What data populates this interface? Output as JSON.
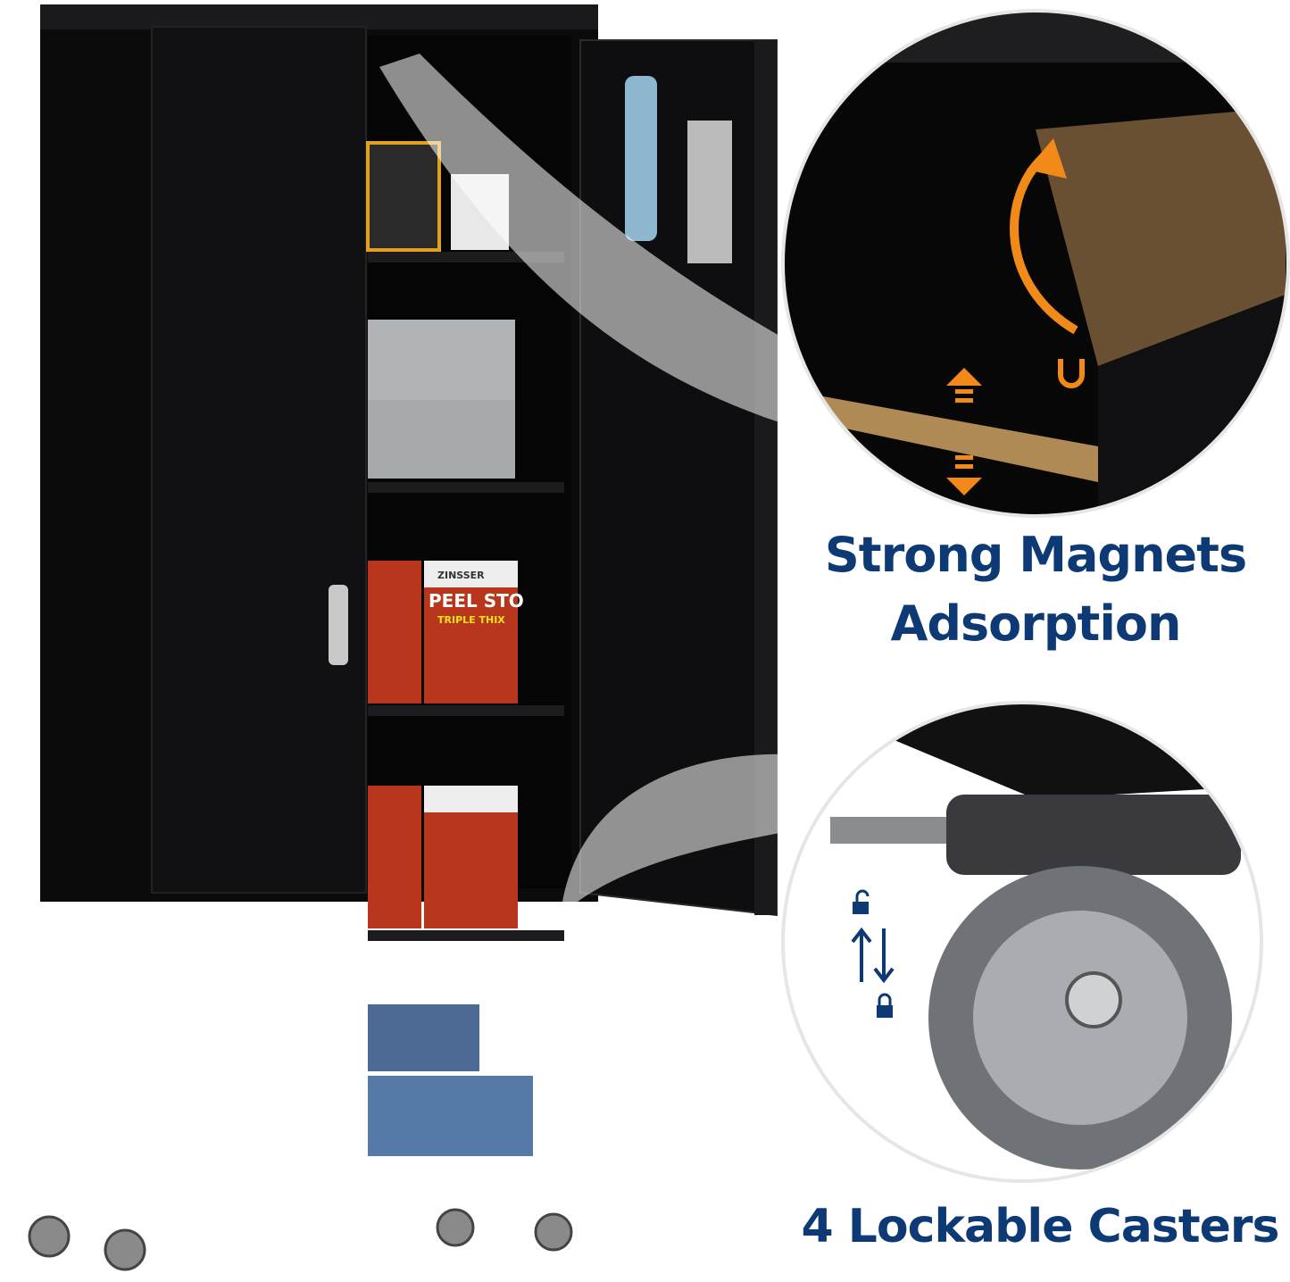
{
  "colors": {
    "caption_text": "#0d3a75",
    "cabinet": "#0b0b0c",
    "accent_arrow": "#f28a1a",
    "shelf_wood": "#b08a55"
  },
  "product_labels": {
    "brand": "ZINSSER",
    "product": "PEEL STO",
    "subline": "TRIPLE THIX"
  },
  "features": [
    {
      "title_line1": "Strong Magnets",
      "title_line2": "Adsorption",
      "icons": [
        "magnet-icon",
        "arrow-up-icon",
        "arrow-down-icon",
        "curved-arrow-icon"
      ]
    },
    {
      "title": "4 Lockable Casters",
      "icons": [
        "unlock-icon",
        "up-down-arrows-icon",
        "lock-icon"
      ]
    }
  ]
}
